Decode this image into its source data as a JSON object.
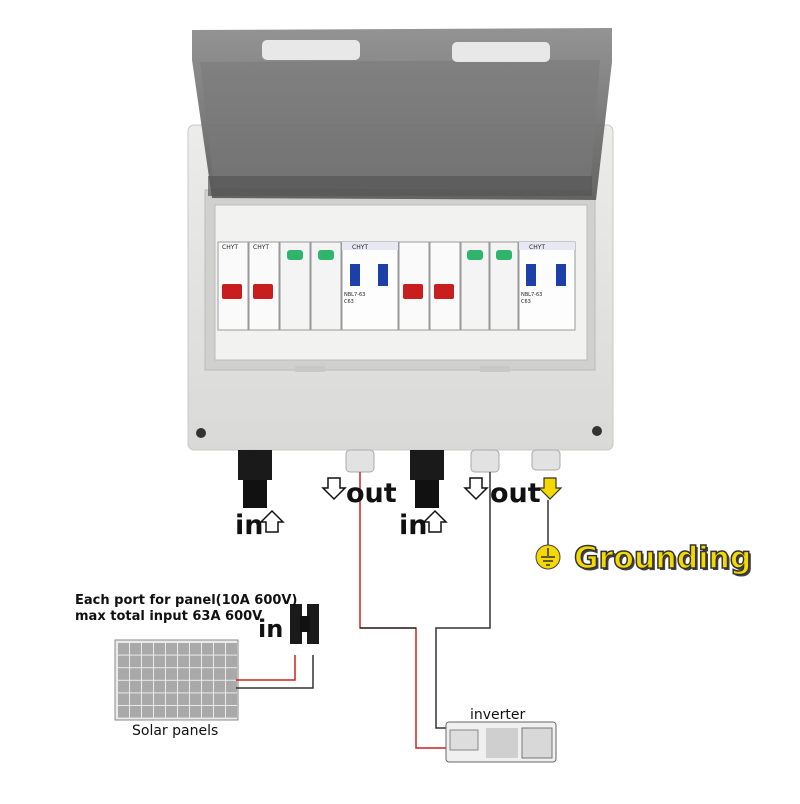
{
  "labels": {
    "in_left": "in",
    "out_left": "out",
    "in_mid": "in",
    "out_right": "out",
    "grounding": "Grounding",
    "note_line1": "Each port for panel(10A 600V)",
    "note_line2": "max total input 63A 600V",
    "in_panel": "in",
    "solar_panels": "Solar panels",
    "inverter": "inverter"
  },
  "device_labels": {
    "brand": "CHYT",
    "breaker_type": "NBL7-63",
    "breaker_rating": "C63"
  },
  "colors": {
    "housing": "#e6e6e4",
    "lid": "#6e6e6e",
    "ground_text": "#f5d800",
    "plus_wire": "#cc2222",
    "minus_wire": "#333333"
  }
}
